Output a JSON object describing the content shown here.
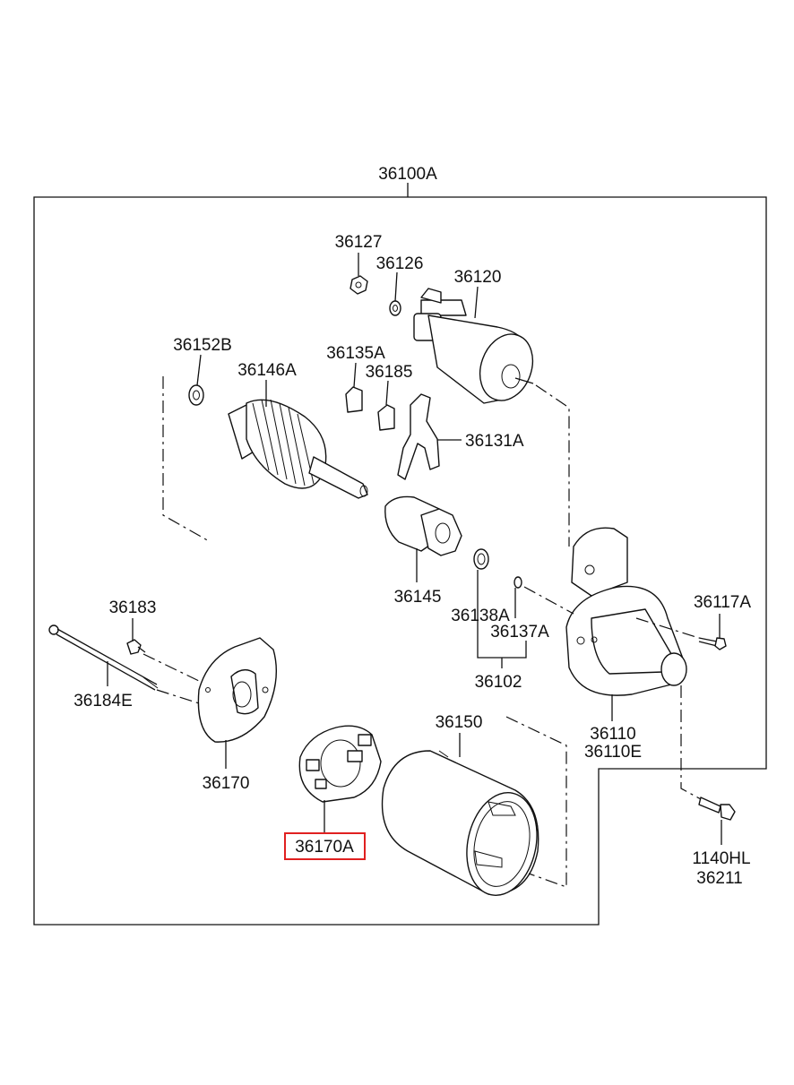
{
  "labels": {
    "assembly": "36100A",
    "nut": "36127",
    "washer_small": "36126",
    "solenoid": "36120",
    "washer_armature": "36152B",
    "armature": "36146A",
    "plate": "36135A",
    "packing": "36185",
    "lever": "36131A",
    "pinion": "36145",
    "ring_a": "36138A",
    "ring_b": "36137A",
    "ring_kit": "36102",
    "bolt_front": "36117A",
    "screw": "36183",
    "through_bolt": "36184E",
    "rear_bracket": "36170",
    "brush_holder": "36170A",
    "yoke": "36150",
    "front_bracket": "36110",
    "front_bracket_alt": "36110E",
    "mount_bolt": "1140HL",
    "mount_bolt_alt": "36211"
  },
  "highlight": {
    "part": "brush_holder",
    "color": "#e02020"
  }
}
